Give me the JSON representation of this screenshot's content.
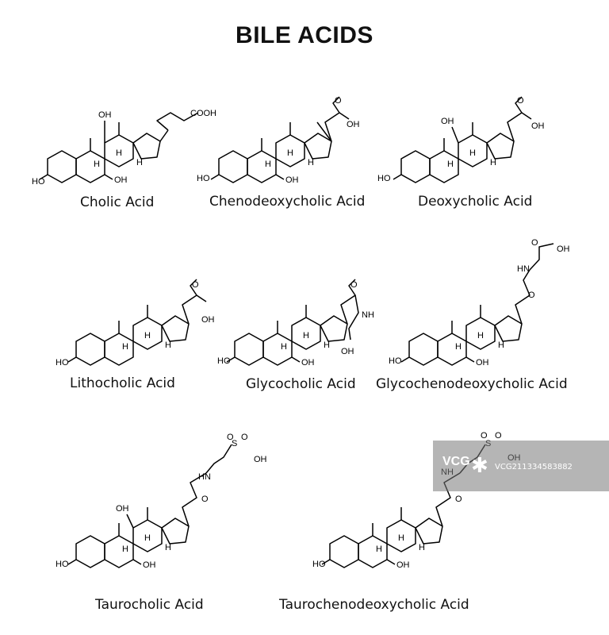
{
  "title": "BILE ACIDS",
  "labels": {
    "oh": "OH",
    "ho": "HO",
    "h": "H",
    "cooh": "COOH",
    "o": "O",
    "nh": "NH",
    "hn": "HN",
    "s": "S"
  },
  "compounds": [
    {
      "name": "Cholic Acid"
    },
    {
      "name": "Chenodeoxycholic Acid"
    },
    {
      "name": "Deoxycholic Acid"
    },
    {
      "name": "Lithocholic Acid"
    },
    {
      "name": "Glycocholic Acid"
    },
    {
      "name": "Glycochenodeoxycholic Acid"
    },
    {
      "name": "Taurocholic Acid"
    },
    {
      "name": "Taurochenodeoxycholic Acid"
    }
  ],
  "watermark": {
    "logo": "VCG",
    "text": "VCG211334583882"
  }
}
